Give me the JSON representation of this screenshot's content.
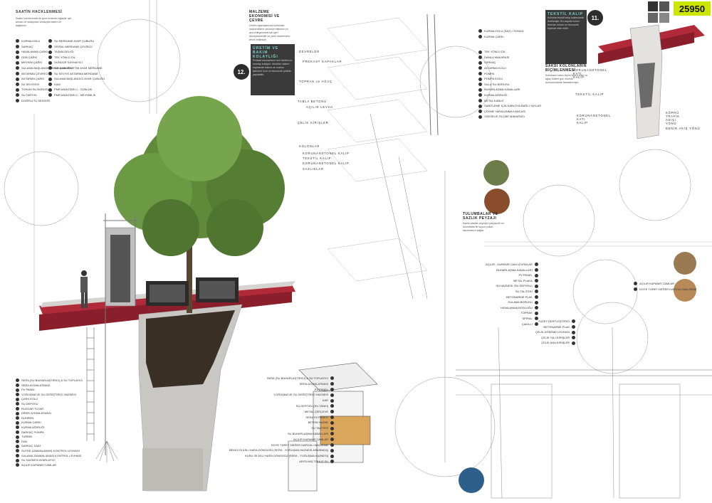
{
  "badge": "25950",
  "panel_numbers": [
    "12.",
    "11."
  ],
  "left_legend": {
    "title": "SAATİN HACKLENMESİ",
    "intro": "Saatin hacklenmesi ile içine bırakılan ağaçlar ışık alması ve dolaşması amacıyla sistem ile bağlantılı.",
    "col1": [
      "KURMA KOLU",
      "SARKAÇ",
      "HAVALANMA ÇARKI",
      "GÜN ÇARKI",
      "MEVSİM ÇARKI",
      "SULAMA BAŞLANGICI AYAR ÇUBUĞU",
      "AKTARMA ÇEVİRİCİ",
      "AKTARMA ÇARKI",
      "SU SEVİYESİ",
      "TOHUM SU BORUSU",
      "SU TARTISI",
      "DOĞRULTU SENSÖR"
    ],
    "col2": [
      "SU MERDANE AYAR ÇUBUĞU",
      "SPİRAL MERDANE ÇEVİRİCİ",
      "TAŞMA DELİĞİ",
      "TEK YÖNLÜ DİL",
      "GÜNDÜR SAYMAYICI",
      "SULAMA DENETİM AYAR MERDANE",
      "SU SEVİYE AKTARMA MERDANE",
      "SULAMA BAŞLANGICI AYAR ÇUBUĞU",
      "KAM",
      "PMR ANAHTARI 1 - GÜNLÜK",
      "PMR ANAHTARI 2 - MEVSİMLİK"
    ]
  },
  "material_panel": {
    "title": "MALZEME EKONOMİSİ VE ÇEVRE",
    "text": "Üretim aşamalarında kullanılan malzemelerin çevresel etkisinin en aza indirgenmesi için geri dönüştürülebilir ve yerel malzemeler tercih edilmiştir.",
    "title2": "ÜRETİM VE BAKIM KOLAYLIĞI",
    "text2": "Prekast elemanların seri üretimi ve montajı kolaydır. Modüler sistem sayesinde bakım ve onarım işlemleri hızlı ve ekonomik şekilde yapılabilir."
  },
  "exploded_labels": [
    "DEVRELER",
    "PREKAST KAPAKLAR",
    "TOPRAK ve AĞAÇ",
    "TABLA BETONU",
    "AÇILIR LEVHA",
    "ÇELİK KİRİŞLER",
    "KOLONLAR",
    "KORUNANSTONEL KALIP",
    "TEKSTİL KALIP",
    "KORUNANSTONEL KALIP",
    "SAZLIKLAR"
  ],
  "mid_top_legend": [
    "KURMA KOLU (SAZ) / SONDÜ",
    "KURMA ÇARKI",
    "TEK YÖNLÜ DİL",
    "DAMLA MAKARASI",
    "SARKAÇ",
    "AKTARMA KOLU",
    "POMPA",
    "POMPA KOLU",
    "SULU SU BORUSU",
    "BUHARLAŞMA KANALLARI",
    "KURMA AĞIRLIĞI",
    "METAL KABLO",
    "SABİTLEME İÇİN KABLOYA BAĞLI YAYLAR",
    "ÇEKME YARALANMA KANCASI",
    "YÜKSELİK ÖLÇME MAKARASI"
  ],
  "textile_panel": {
    "title": "TEKSTİL KALIP",
    "text": "Kolonlar tekstil kalıp kullanılarak üretilmiştir. Bu sayede kolon formları esnek ve ekonomik biçimde elde edilir.",
    "title2": "SAKSI KOLONLARIN BİÇİMLENMESİ",
    "text2": "Kolonların saksı biçimi köprü yükü ve ağaç kökleri göz önünde bulundurularak tasarlanmıştır."
  },
  "column_labels": [
    "KORUNANSTONEL KATI KALIP",
    "TEKSTİL KALIP",
    "KORUNANSTONEL KATI KALIP",
    "KÖPRÜ TRAFİK AKIŞI YÖNÜ",
    "BENİR AKIŞ YÖNÜ"
  ],
  "marsh_panel": {
    "title": "TULUMBALAR VE SAZLIK PEYZAJI",
    "text": "Sazlık alanlar peyzajın parçasıdır ve tulumbalar ile suyun yukarı taşınmasını sağlar."
  },
  "right_legend": [
    "AÇILIR - KAPANIR CAM LEVHALAR",
    "BUHARLAŞMA KANALLARI",
    "PV PANEL",
    "METAL PLAKA",
    "SU HAZNESİ (SU DEPOSU)",
    "SU TALİTERİ",
    "BETONARME PLAK",
    "SULAMA BORUSU",
    "HAVALANMA BOŞLUĞU",
    "TOPRAK",
    "SPİRAL",
    "ÇAKILLI"
  ],
  "right_legend2": [
    "YÜZEY DERTLEŞTİRİCİ",
    "BETONARME PLAK",
    "ÇELİK DÖŞEME LEVHASI",
    "ÇELİK TALİ KİRİŞLER",
    "ÇELİK ANA KİRİŞLER"
  ],
  "right_mid_legend": [
    "AÇILIR KAPANIR CAMLAR",
    "DOYE TÜREY DEĞER HAFİZALI MALZEME"
  ],
  "bottom_left_legend": [
    "SERA (SU BUHARLAŞTIRICI) & SU TOPLAYICI",
    "SERA AYDINLATMASI",
    "PV PANEL",
    "YOĞUŞMA VE SU DEĞİŞTİRİCİ HAZNESİ",
    "ÇARK KOLU",
    "SU DEPOSU",
    "RUZGAR TUTAR",
    "DİREK AYDINLATMASI",
    "DUHREN",
    "KURMA ÇARKI",
    "KURMA AĞIRLIĞI",
    "SARKAÇ POMPA",
    "TURBİN",
    "FAN",
    "SARKAÇ SAAT",
    "SUTRE ZAMANLANMIŞ KONTROL LEVHASI",
    "SULAMA ZAMANLAMASI KONTROL LEVHASI",
    "SU HAZNESİ AYARLAYICI",
    "AÇILIR KAPANIR CAMLAR"
  ],
  "bottom_mid_legend": [
    "SERA (SU BUHARLAŞTIRICI) & SU TOPLAYICI",
    "SERA AYDINLATMASI",
    "PV PANEL",
    "YOĞUŞMA VE SU DEĞİŞTİRİCİ HAZNESİ",
    "KAR",
    "SU DEPOSU (SU TANKI)",
    "METAL ÇERÇEVE",
    "SERA ISI PANELİ",
    "BETON HAZNE",
    "SU TALİTERİ",
    "SU BUHARLAŞMA KANALLARI",
    "AÇILIR KAPANIR CAMLAR",
    "DOYE TÜREY DEĞER HAFİZALI MALZEME",
    "BEMLİ ISI ASLI HARA DÖNGÜSÜ (SERA - YOĞUŞMA HAZNESİ ARASINDA)",
    "KURU ISI ASLI HARA DÖNGÜSÜ (SERA - YOĞUŞMA HAZNESİ)",
    "ARITILMIŞ TOHUZ SU"
  ],
  "colors": {
    "accent": "#cde600",
    "steel": "#b02a3a",
    "concrete": "#c9c7c3",
    "dark_panel": "#3a3a3a",
    "teal": "#7fd3d3"
  },
  "icons": [
    "tree-image",
    "person-figure",
    "clock-mechanism",
    "exploded-axonometric",
    "photo-thumbnail"
  ]
}
